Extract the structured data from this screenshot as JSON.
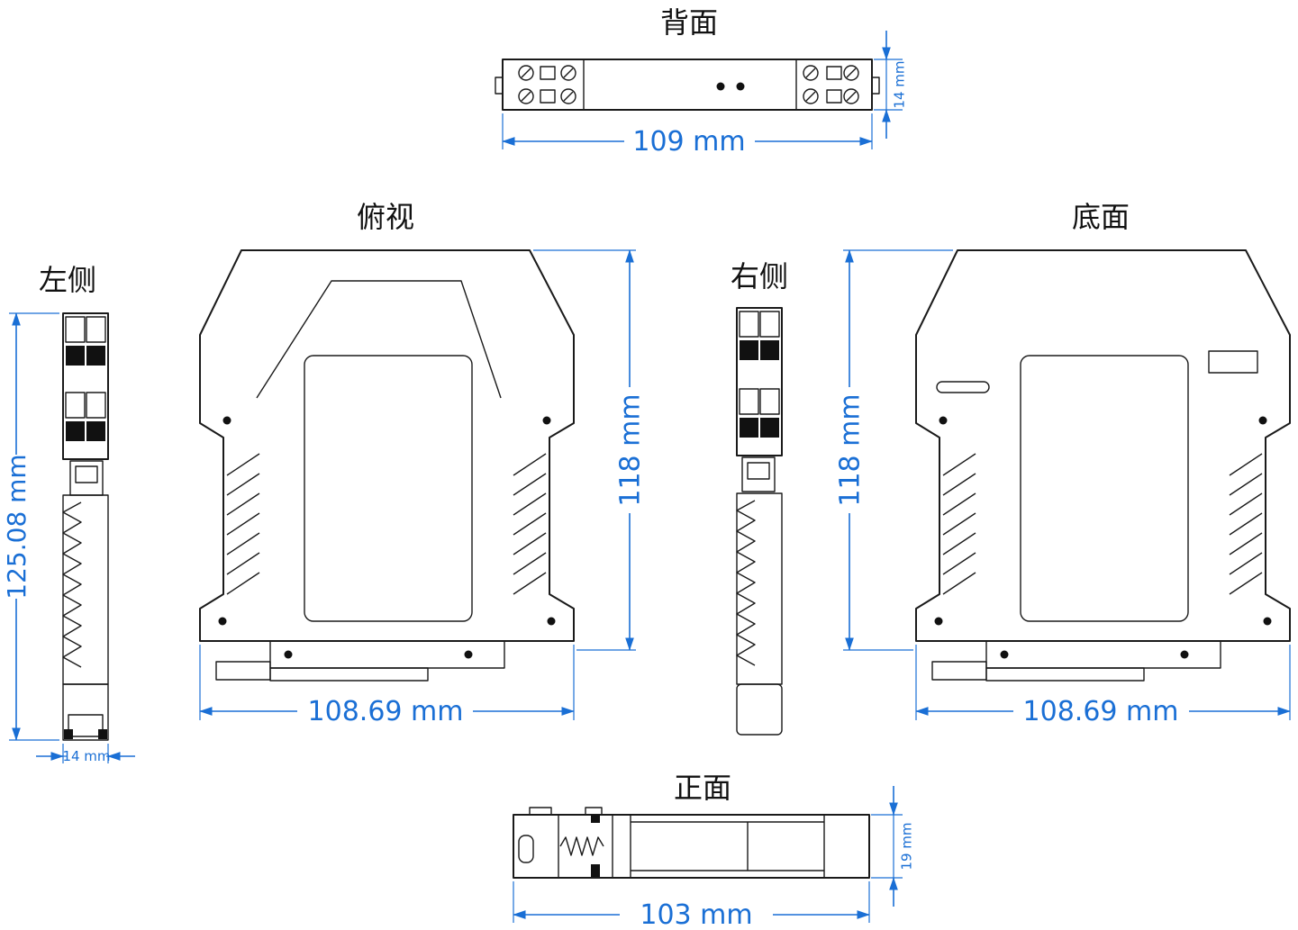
{
  "colors": {
    "dimension_blue": "#1a6fd5",
    "line_black": "#1a1a1a",
    "background": "#ffffff"
  },
  "views": {
    "back": {
      "label": "背面",
      "width_dim": "109 mm",
      "height_dim": "14 mm"
    },
    "top": {
      "label": "俯视",
      "width_dim": "108.69 mm",
      "height_dim": "118 mm"
    },
    "bottom": {
      "label": "底面",
      "width_dim": "108.69 mm",
      "height_dim": "118 mm"
    },
    "left": {
      "label": "左侧",
      "height_dim": "125.08 mm",
      "width_dim": "14 mm"
    },
    "right": {
      "label": "右侧"
    },
    "front": {
      "label": "正面",
      "width_dim": "103 mm",
      "height_dim": "19 mm"
    }
  }
}
